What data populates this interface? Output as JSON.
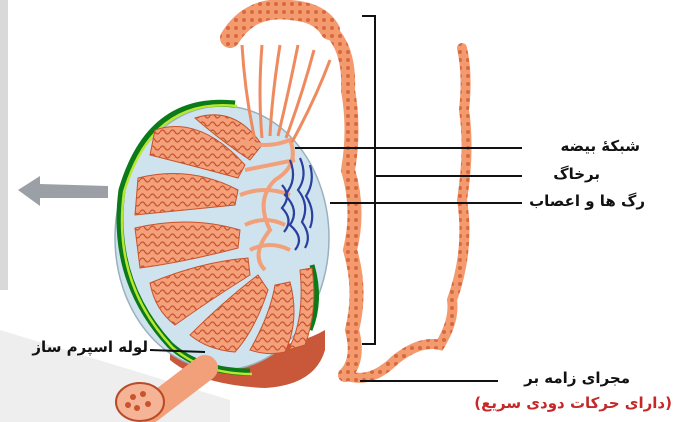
{
  "labels": {
    "rete_testis": "شبکهٔ بیضه",
    "epididymis": "برخاگ",
    "vessels_nerves": "رگ ها و اعصاب",
    "seminiferous_tubules": "لوله اسپرم ساز",
    "vas_deferens": "مجرای زامه بر",
    "vas_deferens_note": "(دارای حرکات دودی سریع)"
  },
  "colors": {
    "tissue": "#f08a60",
    "tissue_dark": "#c8532c",
    "capsule_fill": "#cfe3ee",
    "tunica": "#0b7a18",
    "tunica_highlight": "#b9e631",
    "vessels": "#2a3f9e",
    "note_text": "#c62828",
    "arrow": "#9aa0a6"
  }
}
